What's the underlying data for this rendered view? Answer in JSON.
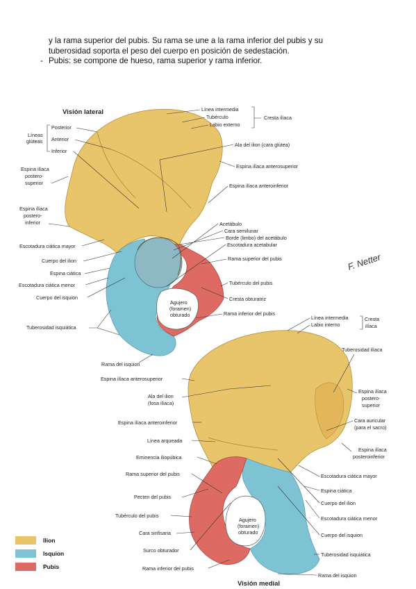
{
  "intro": {
    "line1": "y la rama superior del pubis. Su rama se une a la rama inferior del pubis y su",
    "line2": "tuberosidad soporta el peso del cuerpo en posición de sedestación.",
    "bullet_dash": "-",
    "bullet": "Pubis: se compone de hueso, rama superior y rama inferior."
  },
  "colors": {
    "ilion": "#e8c46a",
    "isquion": "#7ec3d4",
    "pubis": "#de6b63"
  },
  "lateral": {
    "title": "Visión lateral",
    "linea_intermedia": "Línea intermedia",
    "tuberculo": "Tubérculo",
    "labio_externo": "Labio externo",
    "cresta_iliaca": "Cresta ilíaca",
    "lineas": "Líneas",
    "gluteas": "glúteas",
    "posterior": "Posterior",
    "anterior": "Anterior",
    "inferior": "Inferior",
    "ala_ilion": "Ala del ilion (cara glútea)",
    "eias": "Espina ilíaca anterosuperior",
    "eiai": "Espina ilíaca anteroinferior",
    "eips": [
      "Espina ilíaca",
      "postero-",
      "superior"
    ],
    "eipi": [
      "Espina ilíaca",
      "postero-",
      "inferior"
    ],
    "acetabulo": "Acetábulo",
    "cara_semilunar": "Cara semilunar",
    "borde": "Borde (limbo) del acetábulo",
    "escotadura_acetabular": "Escotadura acetabular",
    "escotadura_mayor": "Escotadura ciática mayor",
    "cuerpo_ilion": "Cuerpo del ilion",
    "espina_ciatica": "Espina ciática",
    "escotadura_menor": "Escotadura ciática menor",
    "cuerpo_isquion": "Cuerpo del isquion",
    "rama_sup_pubis": "Rama superior del pubis",
    "tuberculo_pubis": "Tubérculo del pubis",
    "cresta_obturatriz": "Cresta obturatriz",
    "agujero": [
      "Agujero",
      "(foramen)",
      "obturado"
    ],
    "rama_inf_pubis": "Rama inferior del pubis",
    "tuberosidad_isquiatica": "Tuberosidad isquiática",
    "rama_isquion": "Rama del isquion"
  },
  "medial": {
    "title": "Visión medial",
    "linea_intermedia": "Línea intermedia",
    "labio_interno": "Labio interno",
    "cresta": "Cresta",
    "iliaca": "ilíaca",
    "tuberosidad_iliaca": "Tuberosidad ilíaca",
    "eias": "Espina ilíaca anterosuperior",
    "ala": [
      "Ala del ilion",
      "(fosa ilíaca)"
    ],
    "eips": [
      "Espina ilíaca",
      "postero-",
      "superior"
    ],
    "cara_auricular": [
      "Cara auricular",
      "(para el sacro)"
    ],
    "eiai": "Espina ilíaca anteroinferior",
    "linea_arqueada": "Línea arqueada",
    "eminencia": "Eminencia iliopúbica",
    "eipi": [
      "Espina ilíaca",
      "posteroinferior"
    ],
    "escotadura_mayor": "Escotadura ciática mayor",
    "rama_sup_pubis": "Rama superior del pubis",
    "espina_ciatica": "Espina ciática",
    "pecten": "Pecten del pubis",
    "cuerpo_ilion": "Cuerpo del ilion",
    "tuberculo_pubis": "Tubérculo del pubis",
    "escotadura_menor": "Escotadura ciática menor",
    "agujero": [
      "Agujero",
      "(foramen)",
      "obturado"
    ],
    "cara_sinfisaria": "Cara sinfisaria",
    "cuerpo_isquion": "Cuerpo del isquion",
    "surco_obturador": "Surco obturador",
    "tuberosidad_isquiatica": "Tuberosidad isquiática",
    "rama_inf_pubis": "Rama inferior del pubis",
    "rama_isquion": "Rama del isquion"
  },
  "signature": "F. Netter",
  "legend": {
    "ilion": "Ilion",
    "isquion": "Isquion",
    "pubis": "Pubis"
  }
}
